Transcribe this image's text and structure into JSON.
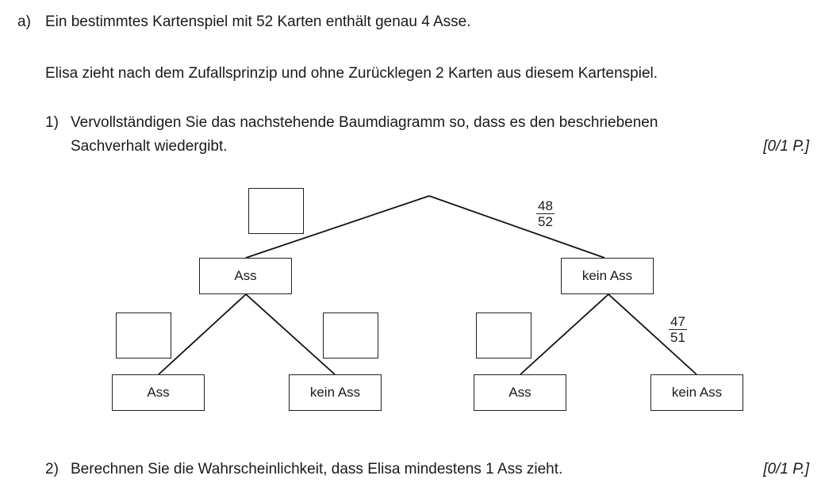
{
  "task": {
    "label": "a)",
    "intro": "Ein bestimmtes Kartenspiel mit 52 Karten enthält genau 4 Asse.",
    "setup": "Elisa zieht nach dem Zufallsprinzip und ohne Zurücklegen 2 Karten aus diesem Kartenspiel.",
    "sub1": {
      "label": "1)",
      "line1": "Vervollständigen Sie das nachstehende Baumdiagramm so, dass es den beschriebenen",
      "line2": "Sachverhalt wiedergibt.",
      "points": "[0/1 P.]"
    },
    "sub2": {
      "label": "2)",
      "text": "Berechnen Sie die Wahrscheinlichkeit, dass Elisa mindestens 1 Ass zieht.",
      "points": "[0/1 P.]"
    }
  },
  "tree": {
    "level1": {
      "left": "Ass",
      "right": "kein Ass"
    },
    "level2": {
      "left_left": "Ass",
      "left_right": "kein Ass",
      "right_left": "Ass",
      "right_right": "kein Ass"
    },
    "prob_root_right": {
      "num": "48",
      "den": "52"
    },
    "prob_right_right": {
      "num": "47",
      "den": "51"
    }
  }
}
